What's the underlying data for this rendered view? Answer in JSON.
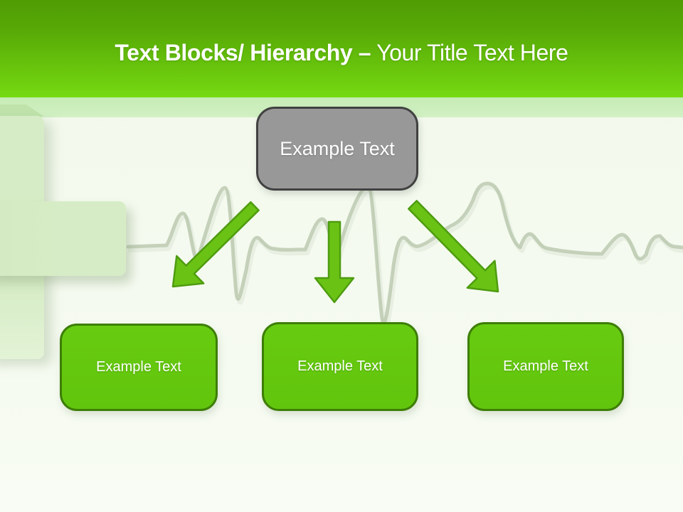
{
  "slide": {
    "title": {
      "bold": "Text Blocks/ Hierarchy –",
      "regular": " Your Title Text Here"
    },
    "root_block": {
      "label": "Example Text"
    },
    "child_blocks": [
      {
        "label": "Example Text"
      },
      {
        "label": "Example Text"
      },
      {
        "label": "Example Text"
      }
    ],
    "colors": {
      "header-top": "#4f9c04",
      "header-bottom": "#76da12",
      "substrip": "#cbeebc",
      "body-top": "#f1f8ea",
      "body-bottom": "#f8fcf4",
      "cross-fill": "#d6ecc6",
      "cross-face": "#bfe3ab",
      "ekg-line": "#b9c7ad",
      "arrow-fill": "#6ac314",
      "arrow-stroke": "#4e9c10",
      "box-green-fill": "#62c50d",
      "box-green-border": "#3d7e07",
      "box-gray-fill": "#999898",
      "box-gray-border": "#414141",
      "text-white": "#ffffff"
    }
  }
}
